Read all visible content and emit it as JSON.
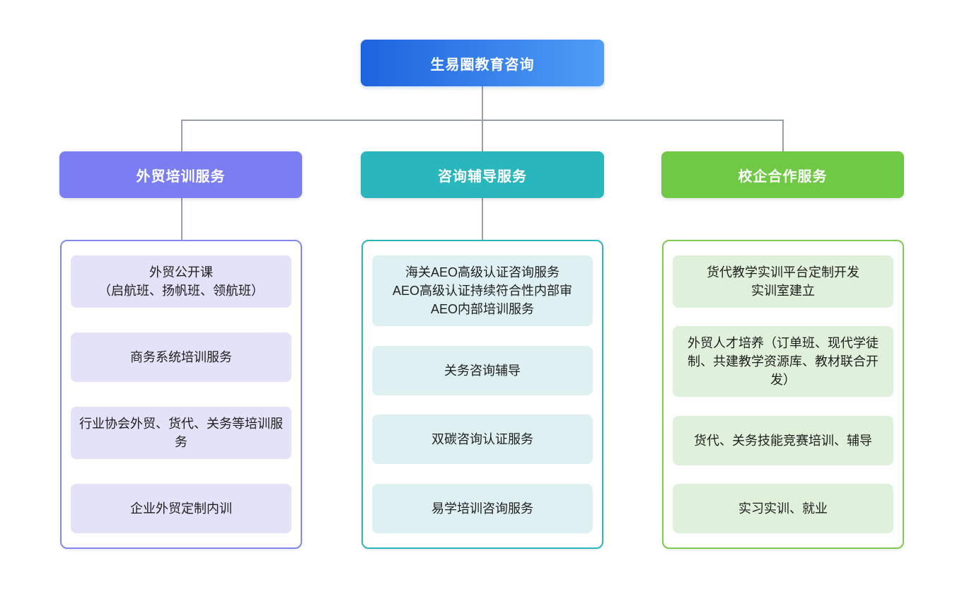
{
  "root": {
    "label": "生易圈教育咨询"
  },
  "branches": [
    {
      "label": "外贸培训服务",
      "items": [
        "外贸公开课\n（启航班、扬帆班、领航班）",
        "商务系统培训服务",
        "行业协会外贸、货代、关务等培训服务",
        "企业外贸定制内训"
      ]
    },
    {
      "label": "咨询辅导服务",
      "items": [
        "海关AEO高级认证咨询服务\nAEO高级认证持续符合性内部审\nAEO内部培训服务",
        "关务咨询辅导",
        "双碳咨询认证服务",
        "易学培训咨询服务"
      ]
    },
    {
      "label": "校企合作服务",
      "items": [
        "货代教学实训平台定制开发\n实训室建立",
        "外贸人才培养（订单班、现代学徒制、共建教学资源库、教材联合开发）",
        "货代、关务技能竞赛培训、辅导",
        "实习实训、就业"
      ]
    }
  ],
  "colors": {
    "root_gradient_start": "#1E63DE",
    "root_gradient_end": "#4F9DF6",
    "branch1_header": "#7A7EF0",
    "branch1_border": "#8287F2",
    "branch1_item_bg": "#E4E2F8",
    "branch2_header": "#29B6BD",
    "bran2_border_note": "",
    "branch2_border": "#2CB5BC",
    "branch2_item_bg": "#DFF0F3",
    "branch3_header": "#70C944",
    "branch3_border": "#7CCB52",
    "branch3_item_bg": "#E0F1DB",
    "connector": "#98A0AC"
  }
}
